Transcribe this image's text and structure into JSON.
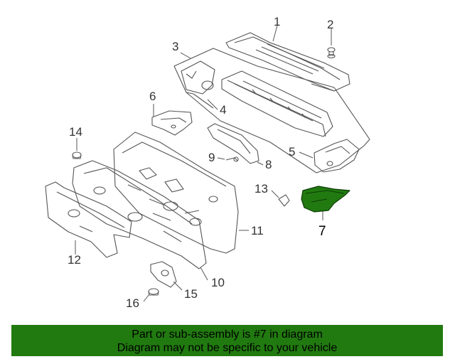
{
  "diagram": {
    "callouts": [
      "1",
      "2",
      "3",
      "4",
      "5",
      "6",
      "7",
      "8",
      "9",
      "10",
      "11",
      "12",
      "13",
      "14",
      "15",
      "16"
    ],
    "highlight_color": "#217a10",
    "line_color": "#555555"
  },
  "banner": {
    "line1": "Part or sub-assembly is #7 in diagram",
    "line2": "Diagram may not be specific to your vehicle",
    "background": "#217a10"
  }
}
